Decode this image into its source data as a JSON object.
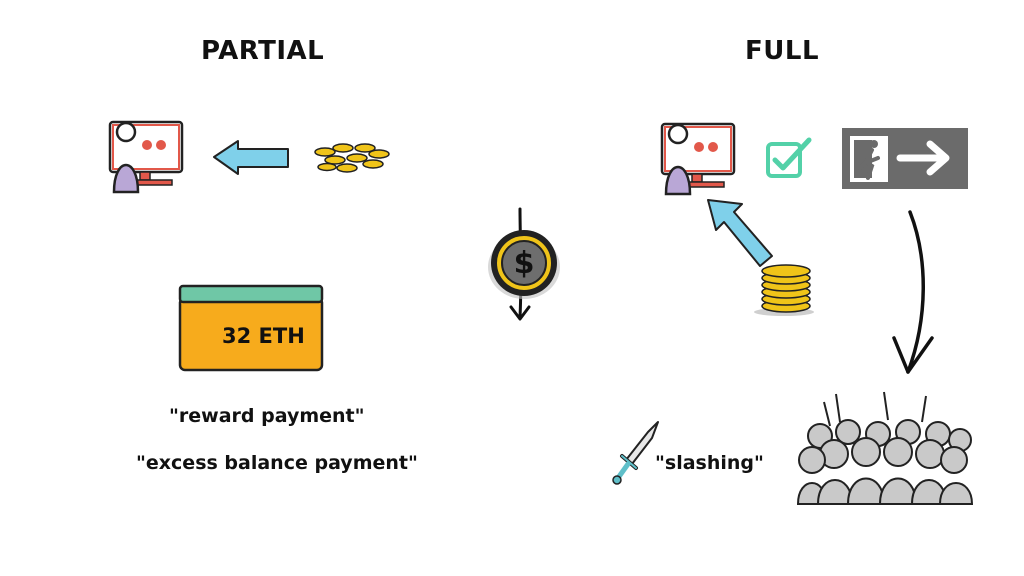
{
  "partial": {
    "heading": "PARTIAL",
    "deposit_label": "32 ETH",
    "caption_reward": "\"reward payment\"",
    "caption_excess": "\"excess balance payment\""
  },
  "full": {
    "heading": "FULL",
    "caption_slashing": "\"slashing\""
  },
  "icons": {
    "validator_left": "validator-icon",
    "arrow_left": "blue-arrow-icon",
    "coins_scatter": "coins-icon",
    "dollar_coin": "dollar-coin-icon",
    "validator_right": "validator-icon",
    "checkbox": "checkbox-icon",
    "exit_sign": "exit-sign-icon",
    "coin_stack": "coin-stack-icon",
    "sword": "sword-icon",
    "crowd": "crowd-icon"
  },
  "colors": {
    "monitor_red": "#e2584a",
    "person_purple": "#b9a7d6",
    "arrow_blue": "#7fd0ea",
    "coin_gold": "#f0c419",
    "box_orange": "#f7ab1c",
    "box_lid_green": "#6fc7a6",
    "check_green": "#53d1a8",
    "exit_gray": "#6b6b6b",
    "crowd_gray": "#c9c9c9"
  }
}
